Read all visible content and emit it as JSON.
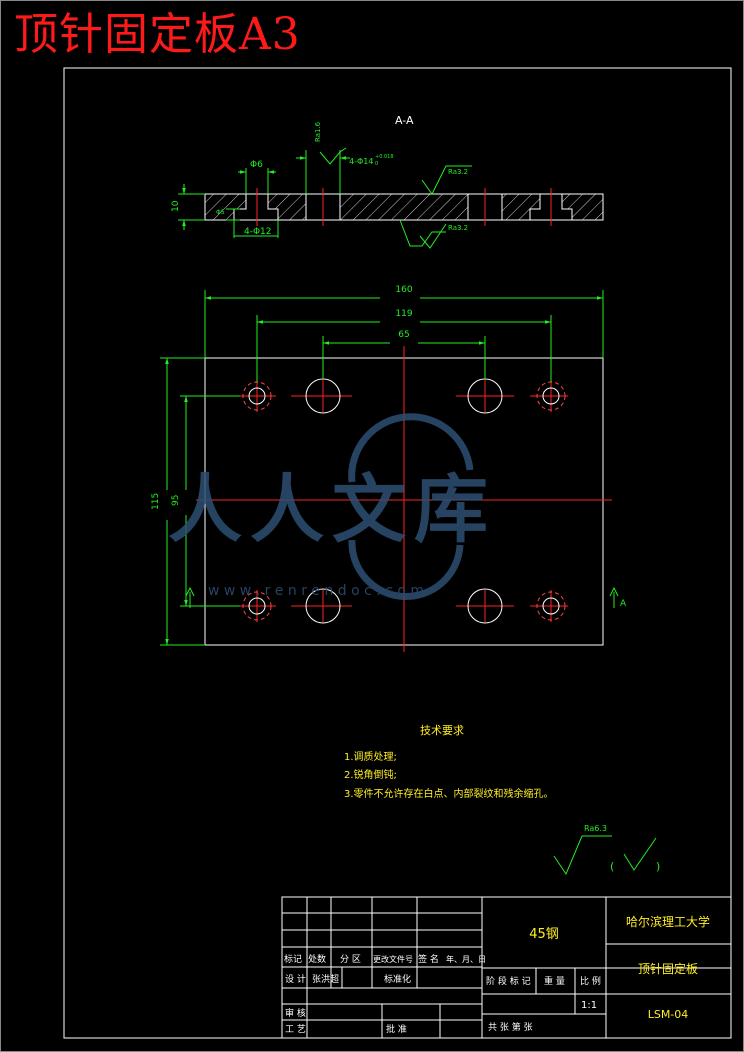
{
  "sheet_title": "顶针固定板A3",
  "section_label": "A-A",
  "section_marker": "A",
  "callouts": {
    "counterbore_dia": "Φ6",
    "hole_pattern": "4-Φ14",
    "hole_tol_upper": "+0.018",
    "hole_tol_lower": "0",
    "counterbore_pattern": "4-Φ12",
    "thickness": "10",
    "head_depth": "Φ5",
    "rough_top": "Ra1.6",
    "rough_a": "Ra3.2",
    "rough_b": "Ra3.2"
  },
  "dimensions": {
    "overall_width": "160",
    "pin_span": "119",
    "inner_span": "65",
    "overall_height": "115",
    "inner_height": "95"
  },
  "watermark": {
    "text": "人人文库",
    "url": "w w w . r e n r e n d o c . c o m"
  },
  "tech_req": {
    "title": "技术要求",
    "items": [
      "1.调质处理;",
      "2.锐角倒钝;",
      "3.零件不允许存在白点、内部裂纹和残余缩孔。"
    ]
  },
  "general_roughness": "Ra6.3",
  "title_block": {
    "material": "45钢",
    "school": "哈尔滨理工大学",
    "part_name": "顶针固定板",
    "drawing_no": "LSM-04",
    "scale": "1:1",
    "row_labels": [
      "标记",
      "处数",
      "分 区",
      "更改文件号",
      "签 名",
      "年、月、日"
    ],
    "designer_label": "设 计",
    "designer_name": "张洪超",
    "standard_label": "标准化",
    "check_label": "审 核",
    "process_label": "工 艺",
    "approve_label": "批 准",
    "stage_label": "阶 段 标 记",
    "weight_label": "重 量",
    "scale_label": "比 例",
    "sheets_label": "共   张   第   张"
  }
}
